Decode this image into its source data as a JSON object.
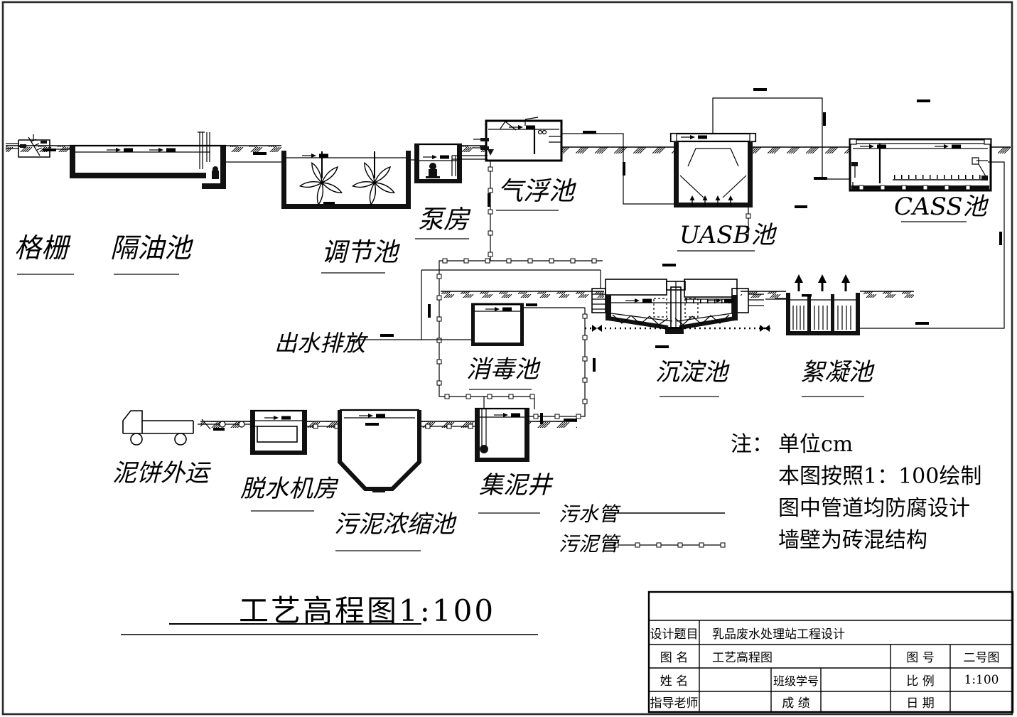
{
  "labels": {
    "bar_screen": "格栅",
    "oil_separator": "隔油池",
    "equalization": "调节池",
    "pump_house": "泵房",
    "air_flotation": "气浮池",
    "uasb": "UASB池",
    "cass": "CASS池",
    "effluent_discharge": "出水排放",
    "disinfection": "消毒池",
    "sedimentation": "沉淀池",
    "flocculation": "絮凝池",
    "sludge_cake_out": "泥饼外运",
    "dewatering_room": "脱水机房",
    "sludge_thickener": "污泥浓缩池",
    "sludge_well": "集泥井"
  },
  "legend": {
    "sewage_pipe": "污水管",
    "sludge_pipe": "污泥管"
  },
  "notes": {
    "prefix": "注：",
    "line1": "单位cm",
    "line2": "本图按照1：100绘制",
    "line3": "图中管道均防腐设计",
    "line4": "墙壁为砖混结构"
  },
  "main_title": "工艺高程图1:100",
  "title_block": {
    "design_topic_label": "设计题目",
    "design_topic": "乳品废水处理站工程设计",
    "drawing_name_label": "图 名",
    "drawing_name": "工艺高程图",
    "drawing_no_label": "图 号",
    "drawing_no": "二号图",
    "name_label": "姓 名",
    "class_id_label": "班级学号",
    "scale_label": "比 例",
    "scale": "1:100",
    "advisor_label": "指导老师",
    "grade_label": "成 绩",
    "date_label": "日 期"
  },
  "colors": {
    "line": "#000000",
    "paper": "#ffffff"
  }
}
